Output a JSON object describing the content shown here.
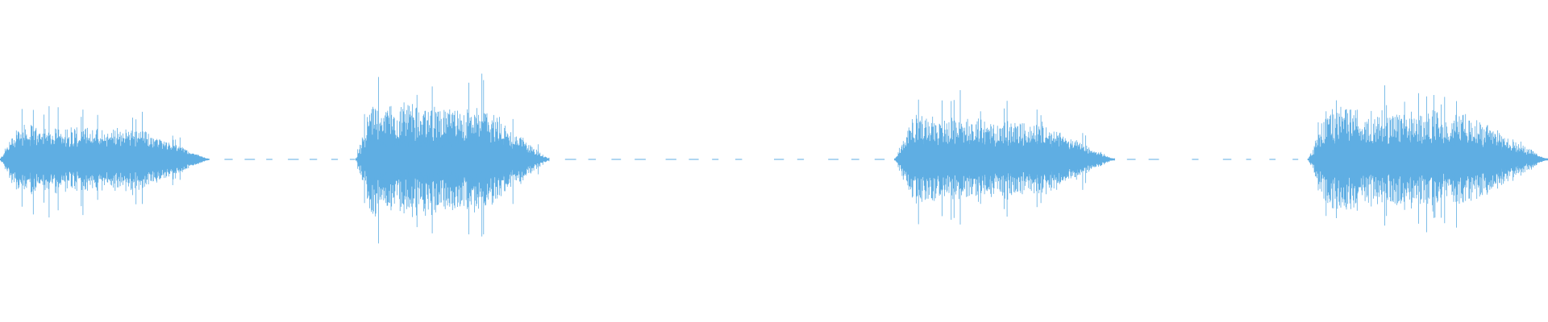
{
  "waveform": {
    "color": "#5faee3",
    "background": "#ffffff",
    "duration_fraction_visible": 1.0,
    "segments": [
      {
        "start": 0.0,
        "end": 0.135,
        "peak": 0.62,
        "sustain": 0.45
      },
      {
        "start": 0.23,
        "end": 0.355,
        "peak": 0.98,
        "sustain": 0.75
      },
      {
        "start": 0.578,
        "end": 0.72,
        "peak": 0.8,
        "sustain": 0.55
      },
      {
        "start": 0.845,
        "end": 1.0,
        "peak": 0.8,
        "sustain": 0.65
      }
    ],
    "noise_marks": [
      0.145,
      0.158,
      0.172,
      0.186,
      0.2,
      0.214,
      0.226,
      0.365,
      0.38,
      0.395,
      0.41,
      0.43,
      0.445,
      0.46,
      0.475,
      0.5,
      0.515,
      0.535,
      0.55,
      0.565,
      0.728,
      0.742,
      0.77,
      0.79,
      0.805,
      0.82,
      0.835
    ]
  }
}
